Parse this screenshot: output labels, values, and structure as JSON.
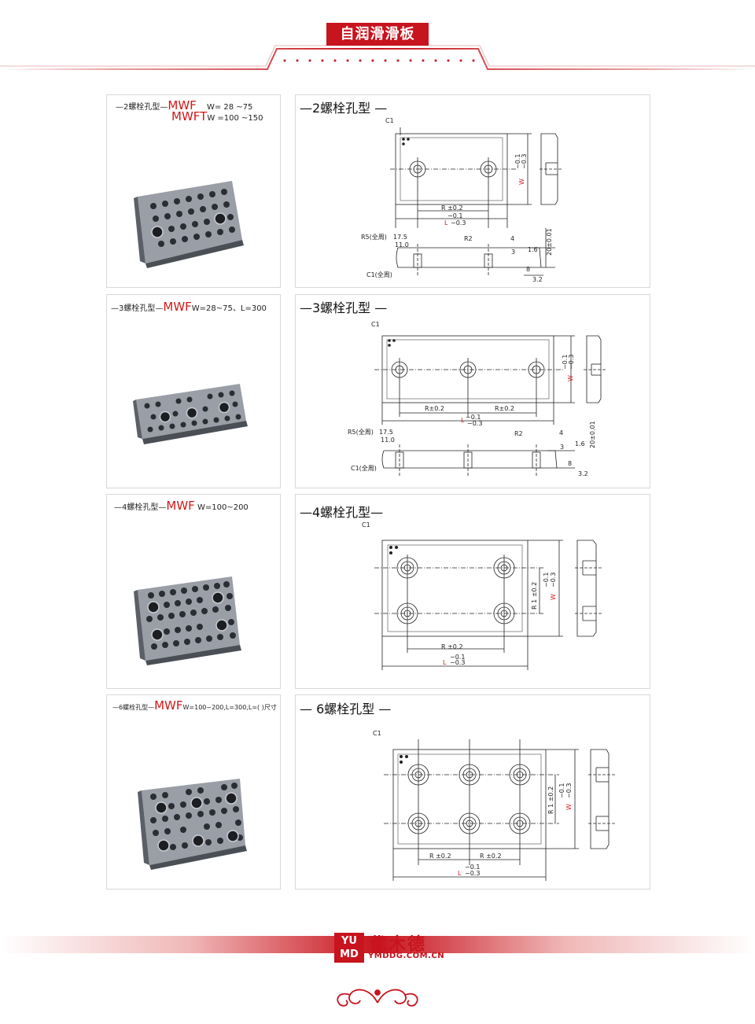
{
  "header": {
    "title": "自润滑滑板"
  },
  "rows": [
    {
      "photo_label": {
        "prefix": "—2螺栓孔型—",
        "model1": "MWF",
        "spec1": "W= 28 ~75",
        "model2": "MWFT",
        "spec2": "W =100 ~150"
      },
      "drawing_title": "—2螺栓孔型 —",
      "dims": {
        "c1": "C1",
        "r": "R ±0.2",
        "r_tol": "−0.1",
        "l": "L",
        "l_tol": "−0.3",
        "w": "W",
        "w_tol1": "−0.1",
        "w_tol2": "−0.3",
        "r5": "R5(全周)",
        "d175": "17.5",
        "d110": "11.0",
        "r2": "R2",
        "d4": "4",
        "d3": "3",
        "d16": "1.6",
        "d20": "20±0.01",
        "d8": "8",
        "d32": "3.2",
        "c1all": "C1(全周)"
      }
    },
    {
      "photo_label": {
        "prefix": "—3螺栓孔型—",
        "model1": "MWF",
        "spec1": "W=28~75、L=300"
      },
      "drawing_title": "—3螺栓孔型 —",
      "dims": {
        "c1": "C1",
        "r": "R±0.2",
        "r_b": "R±0.2",
        "r_tol": "−0.1",
        "l": "L",
        "l_tol": "−0.3",
        "w": "W",
        "w_tol1": "−0.1",
        "w_tol2": "−0.3",
        "r5": "R5(全周)",
        "d175": "17.5",
        "d110": "11.0",
        "r2": "R2",
        "d4": "4",
        "d3": "3",
        "d16": "1.6",
        "d20": "20±0.01",
        "d8": "8",
        "d32": "3.2",
        "c1all": "C1(全周)"
      }
    },
    {
      "photo_label": {
        "prefix": "—4螺栓孔型—",
        "model1": "MWF",
        "spec1": "W=100~200"
      },
      "drawing_title": "—4螺栓孔型—",
      "dims": {
        "c1": "C1",
        "r": "R ±0.2",
        "r_tol": "−0.1",
        "l": "L",
        "l_tol": "−0.3",
        "r1": "R 1 ±0.2",
        "w": "W",
        "w_tol1": "−0.1",
        "w_tol2": "−0.3"
      }
    },
    {
      "photo_label": {
        "prefix": "—6螺栓孔型—",
        "model1": "MWF",
        "spec1": "W=100~200,L=300,L=( )尺寸"
      },
      "drawing_title": "— 6螺栓孔型  —",
      "dims": {
        "c1": "C1",
        "r": "R ±0.2",
        "r_b": "R ±0.2",
        "r_tol": "−0.1",
        "l": "L",
        "l_tol": "−0.3",
        "r1": "R 1 ±0.2",
        "w": "W",
        "w_tol1": "−0.1",
        "w_tol2": "−0.3"
      }
    }
  ],
  "footer": {
    "logo_top": "YU",
    "logo_bottom": "MD",
    "brand": "优木德",
    "url": "YMDDG.COM.CN"
  },
  "colors": {
    "accent": "#c8141e",
    "frame": "#d8d8d8"
  }
}
